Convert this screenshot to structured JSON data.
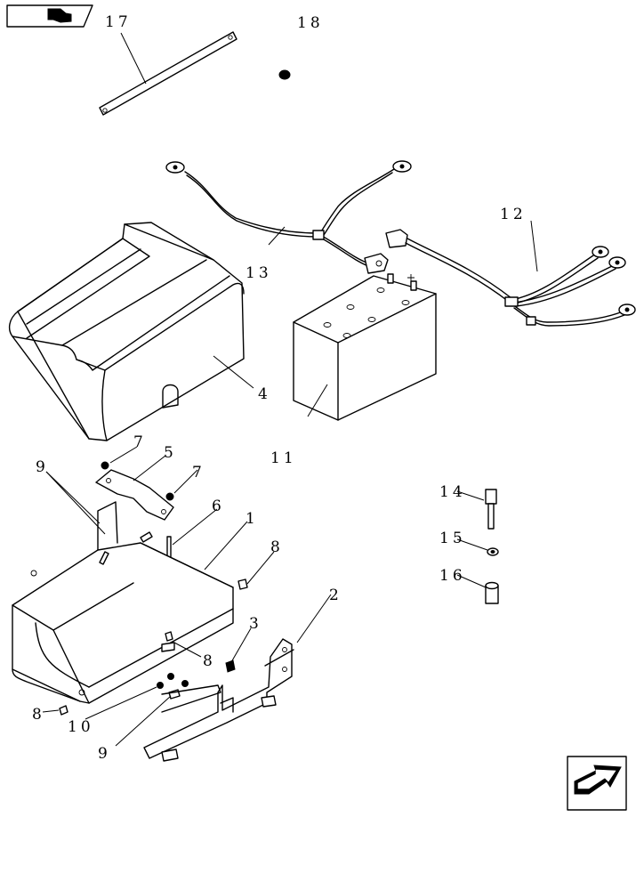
{
  "callouts": {
    "c1": "1",
    "c2": "2",
    "c3": "3",
    "c4": "4",
    "c5": "5",
    "c6": "6",
    "c7a": "7",
    "c7b": "7",
    "c8a": "8",
    "c8b": "8",
    "c8c": "8",
    "c9a": "9",
    "c9b": "9",
    "c10": "10",
    "c11": "11",
    "c12": "12",
    "c13": "13",
    "c14": "14",
    "c15": "15",
    "c16": "16",
    "c17": "17",
    "c18": "18"
  },
  "icons": {
    "top_left": "book-page-icon",
    "bottom_right": "next-page-arrow-icon"
  }
}
